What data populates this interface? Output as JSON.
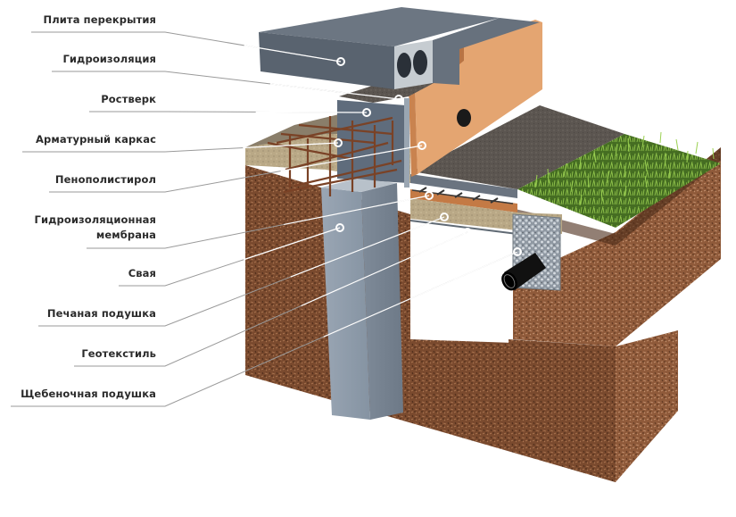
{
  "diagram": {
    "title": "Свайно-ростверковый фундамент: разрез",
    "labels": [
      {
        "id": "slab",
        "lines": [
          "Плита перекрытия"
        ]
      },
      {
        "id": "waterproofing",
        "lines": [
          "Гидроизоляция"
        ]
      },
      {
        "id": "grillage",
        "lines": [
          "Ростверк"
        ]
      },
      {
        "id": "rebar-cage",
        "lines": [
          "Арматурный каркас"
        ]
      },
      {
        "id": "eps",
        "lines": [
          "Пенополистирол"
        ]
      },
      {
        "id": "membrane",
        "lines": [
          "Гидроизоляционная",
          "мембрана"
        ]
      },
      {
        "id": "pile",
        "lines": [
          "Свая"
        ]
      },
      {
        "id": "sand-bed",
        "lines": [
          "Печаная подушка"
        ]
      },
      {
        "id": "geotextile",
        "lines": [
          "Геотекстиль"
        ]
      },
      {
        "id": "gravel-bed",
        "lines": [
          "Щебеночная подушка"
        ]
      }
    ],
    "colors": {
      "label_text": "#2b2b2b",
      "leader_line": "#9a9a9a",
      "marker": "#ffffff",
      "slab": "#5a6470",
      "concrete": "#8e9aa8",
      "foam": "#e4a571",
      "soil": "#7a4a2e",
      "sand": "#b9a886",
      "asphalt": "#5b5550",
      "grass": "#5c8a2a",
      "gravel": "#a9b0b8",
      "rebar": "#7a4226",
      "pipe": "#111111"
    }
  }
}
